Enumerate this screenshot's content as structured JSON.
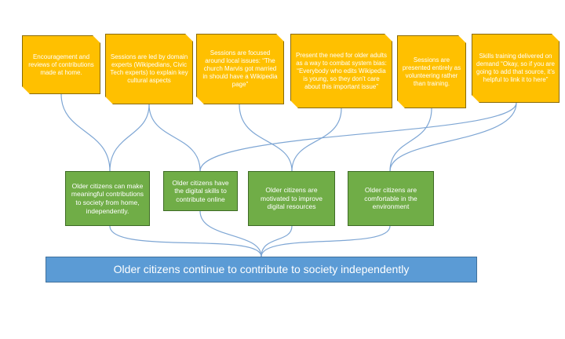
{
  "inputs": [
    "Encouragement and reviews of contributions made at home.",
    "Sessions are led by domain experts (Wikipedians, Civic Tech experts) to explain key cultural aspects",
    "Sessions are focused around local issues: “The church Marvis got married in should have a Wikipedia page”",
    "Present the need for older adults as a way to combat system bias: “Everybody who edits Wikipedia is young, so they don’t care about this important issue”",
    "Sessions are presented entirely as volunteering rather than training.",
    "Skills training delivered on demand “Okay, so if you are going to add that source, it’s helpful to link it to here”"
  ],
  "outcomes": [
    "Older citizens can make meaningful contributions to society from home, independently.",
    "Older citizens have the digital skills to contribute online",
    "Older citizens are motivated to improve digital resources",
    "Older citizens are comfortable in the environment"
  ],
  "goal": "Older citizens continue to contribute to society independently",
  "colors": {
    "input_fill": "#ffc000",
    "outcome_fill": "#70ad47",
    "goal_fill": "#5b9bd5",
    "connector": "#7ea6d4"
  }
}
